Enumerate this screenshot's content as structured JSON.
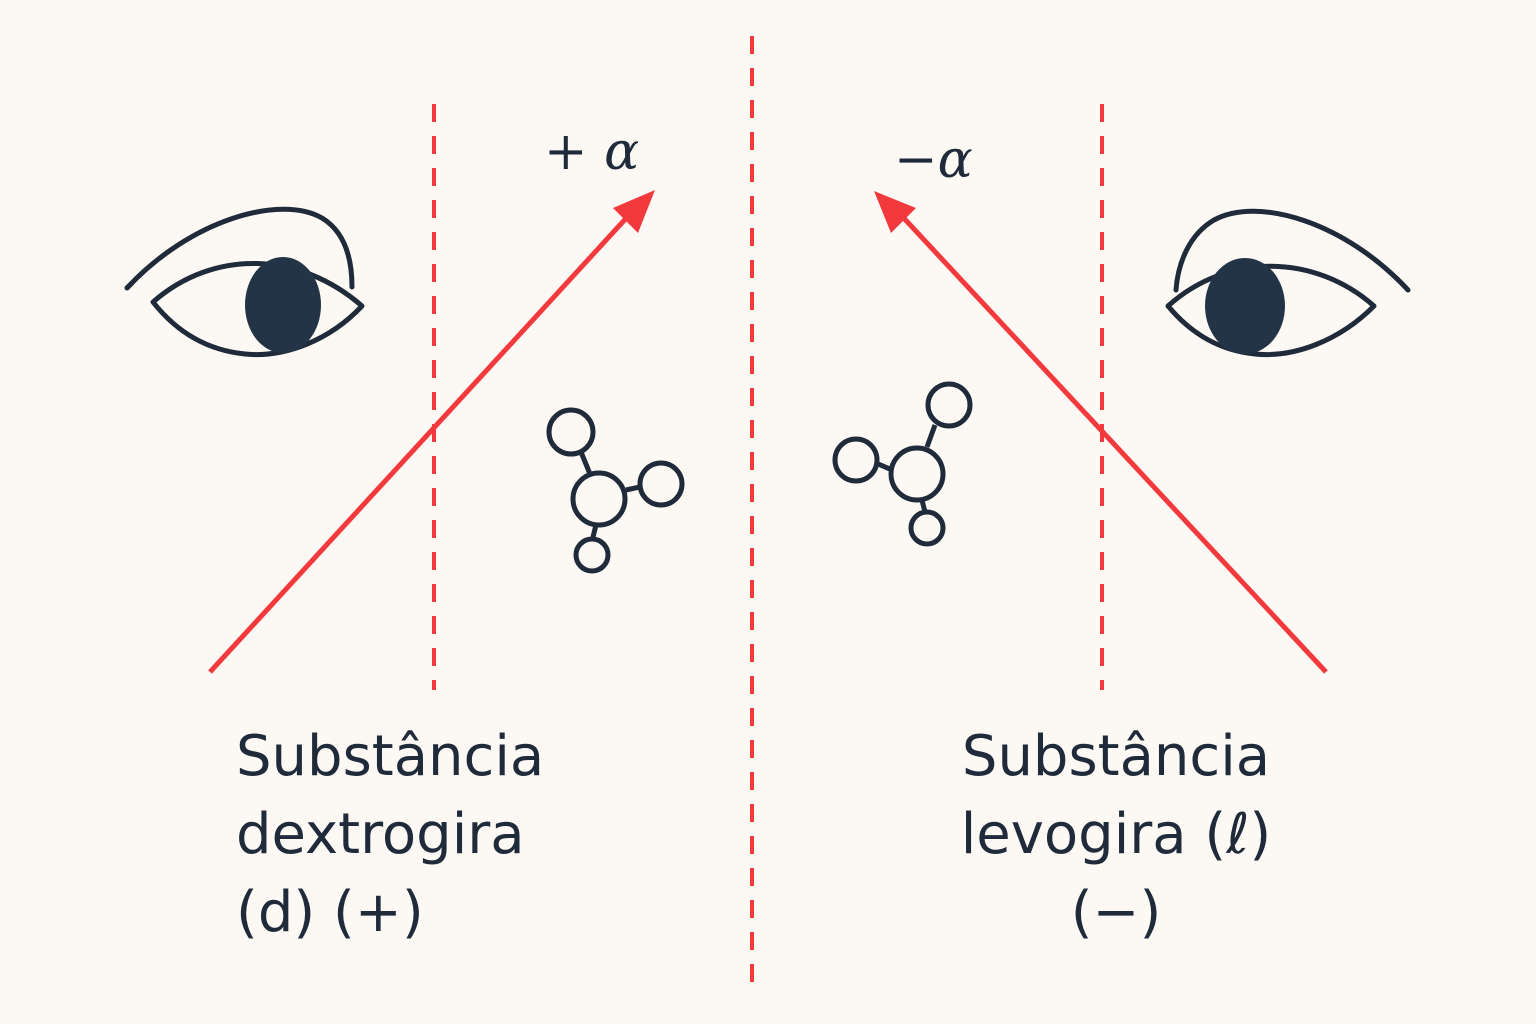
{
  "colors": {
    "background": "#fcf9f4",
    "ink": "#1f2a3a",
    "accent_red": "#f23a3d"
  },
  "left": {
    "angle_label": "+ α",
    "caption_lines": [
      "Substância",
      "dextrogira",
      "(d) (+)"
    ],
    "icons": [
      "eye-icon",
      "molecule-icon"
    ]
  },
  "right": {
    "angle_label": "−α",
    "caption_lines": [
      "Substância",
      "levogira (ℓ)",
      "(−)"
    ],
    "icons": [
      "eye-icon",
      "molecule-icon"
    ]
  }
}
